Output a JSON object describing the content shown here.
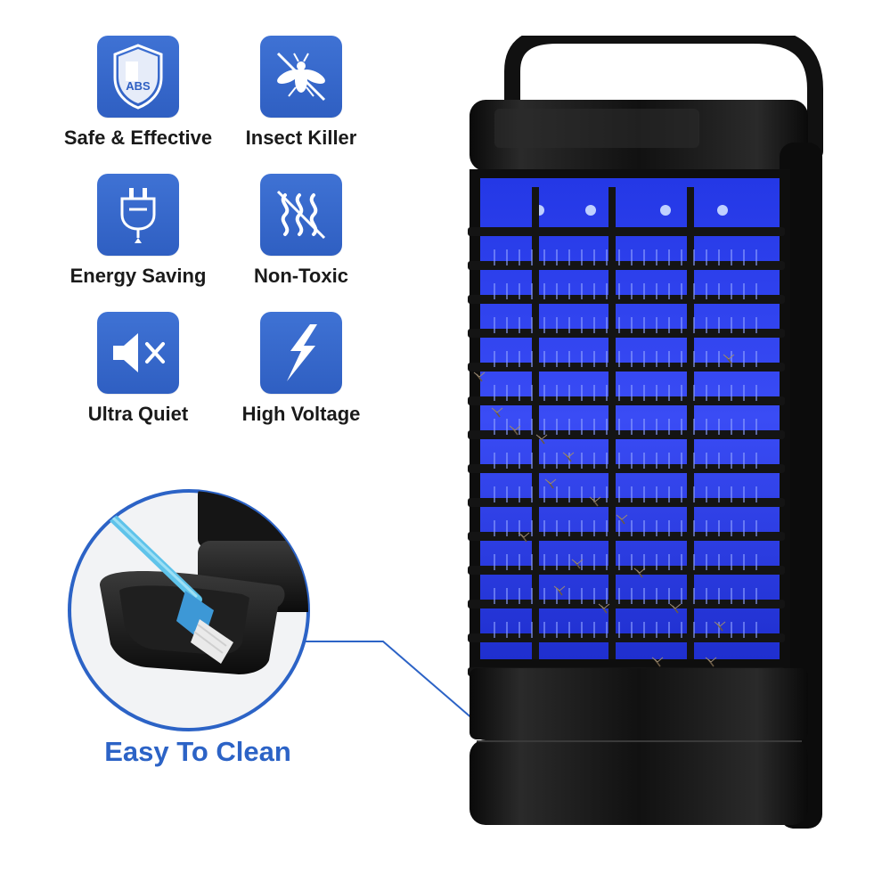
{
  "features": [
    {
      "icon": "abs-shield-icon",
      "icon_text": "ABS",
      "label": "Safe & Effective"
    },
    {
      "icon": "insect-killer-icon",
      "label": "Insect Killer"
    },
    {
      "icon": "energy-plug-icon",
      "label": "Energy Saving"
    },
    {
      "icon": "non-toxic-icon",
      "label": "Non-Toxic"
    },
    {
      "icon": "mute-speaker-icon",
      "label": "Ultra Quiet"
    },
    {
      "icon": "lightning-icon",
      "label": "High Voltage"
    }
  ],
  "callout": {
    "title": "Easy To Clean"
  },
  "colors": {
    "brand_blue": "#2f5fc2",
    "title_blue": "#2c63c6",
    "device_black": "#121212",
    "uv_blue": "#2d3df0"
  }
}
